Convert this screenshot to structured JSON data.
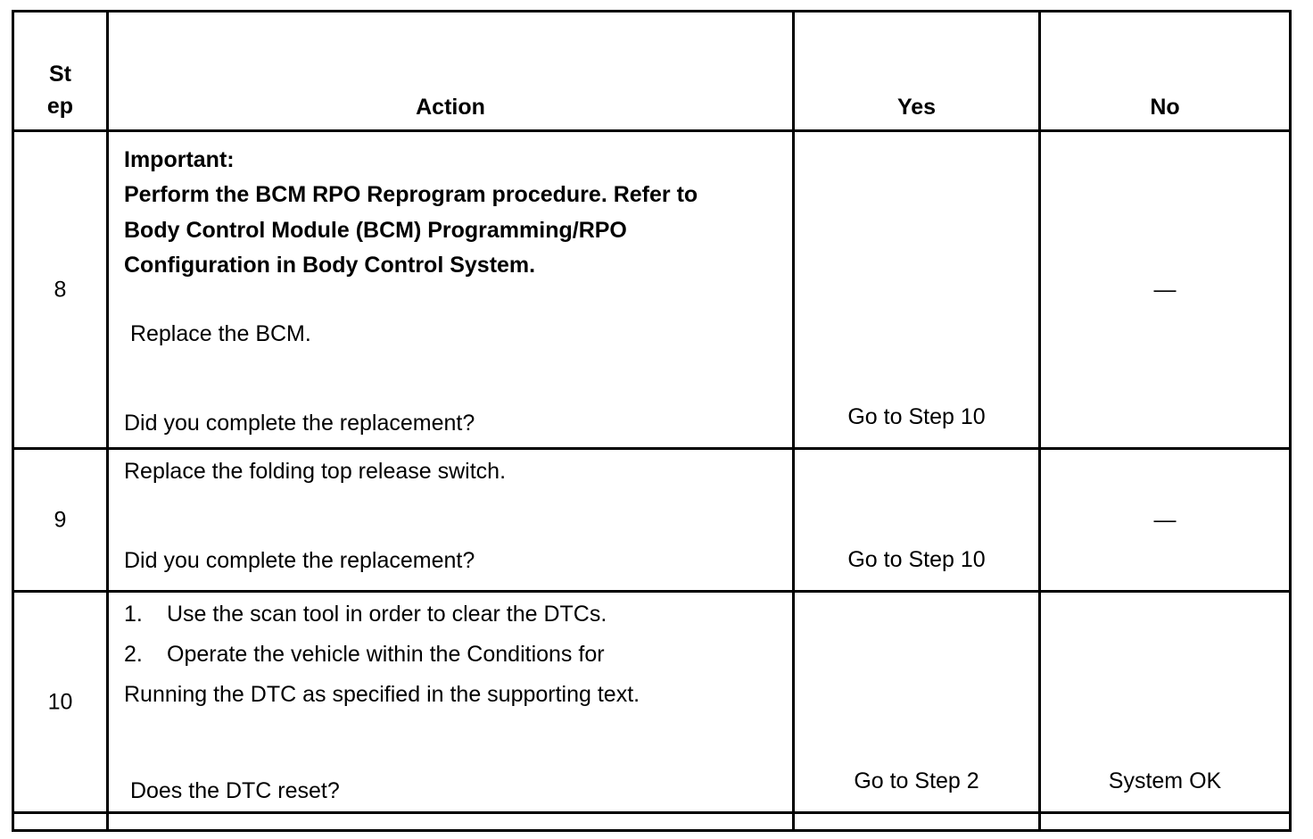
{
  "document": {
    "type": "diagnostic-procedure-table",
    "ink_color": "#000000",
    "paper_color": "#ffffff"
  },
  "table": {
    "headers": {
      "step_line1": "St",
      "step_line2": "ep",
      "action": "Action",
      "yes": "Yes",
      "no": "No"
    },
    "rows": [
      {
        "step": "8",
        "action": {
          "important_label": "Important:",
          "important_lines": [
            "Perform the BCM RPO Reprogram procedure. Refer to",
            "Body Control Module (BCM) Programming/RPO",
            "Configuration in Body Control System."
          ],
          "instruction": " Replace the BCM.",
          "question": "Did you complete the replacement?"
        },
        "yes": "Go to Step 10",
        "no": "—"
      },
      {
        "step": "9",
        "action": {
          "instruction": "Replace the folding top release switch.",
          "question": "Did you complete the replacement?"
        },
        "yes": "Go to Step 10",
        "no": "—"
      },
      {
        "step": "10",
        "action": {
          "list": [
            {
              "index": "1.",
              "text": "Use the scan tool in order to clear the DTCs."
            },
            {
              "index": "2.",
              "text": "Operate the vehicle within the Conditions for"
            }
          ],
          "list_continuation": "Running the DTC as specified in the supporting text.",
          "question": " Does the DTC reset?"
        },
        "yes": "Go to Step 2",
        "no": "System OK"
      }
    ]
  }
}
